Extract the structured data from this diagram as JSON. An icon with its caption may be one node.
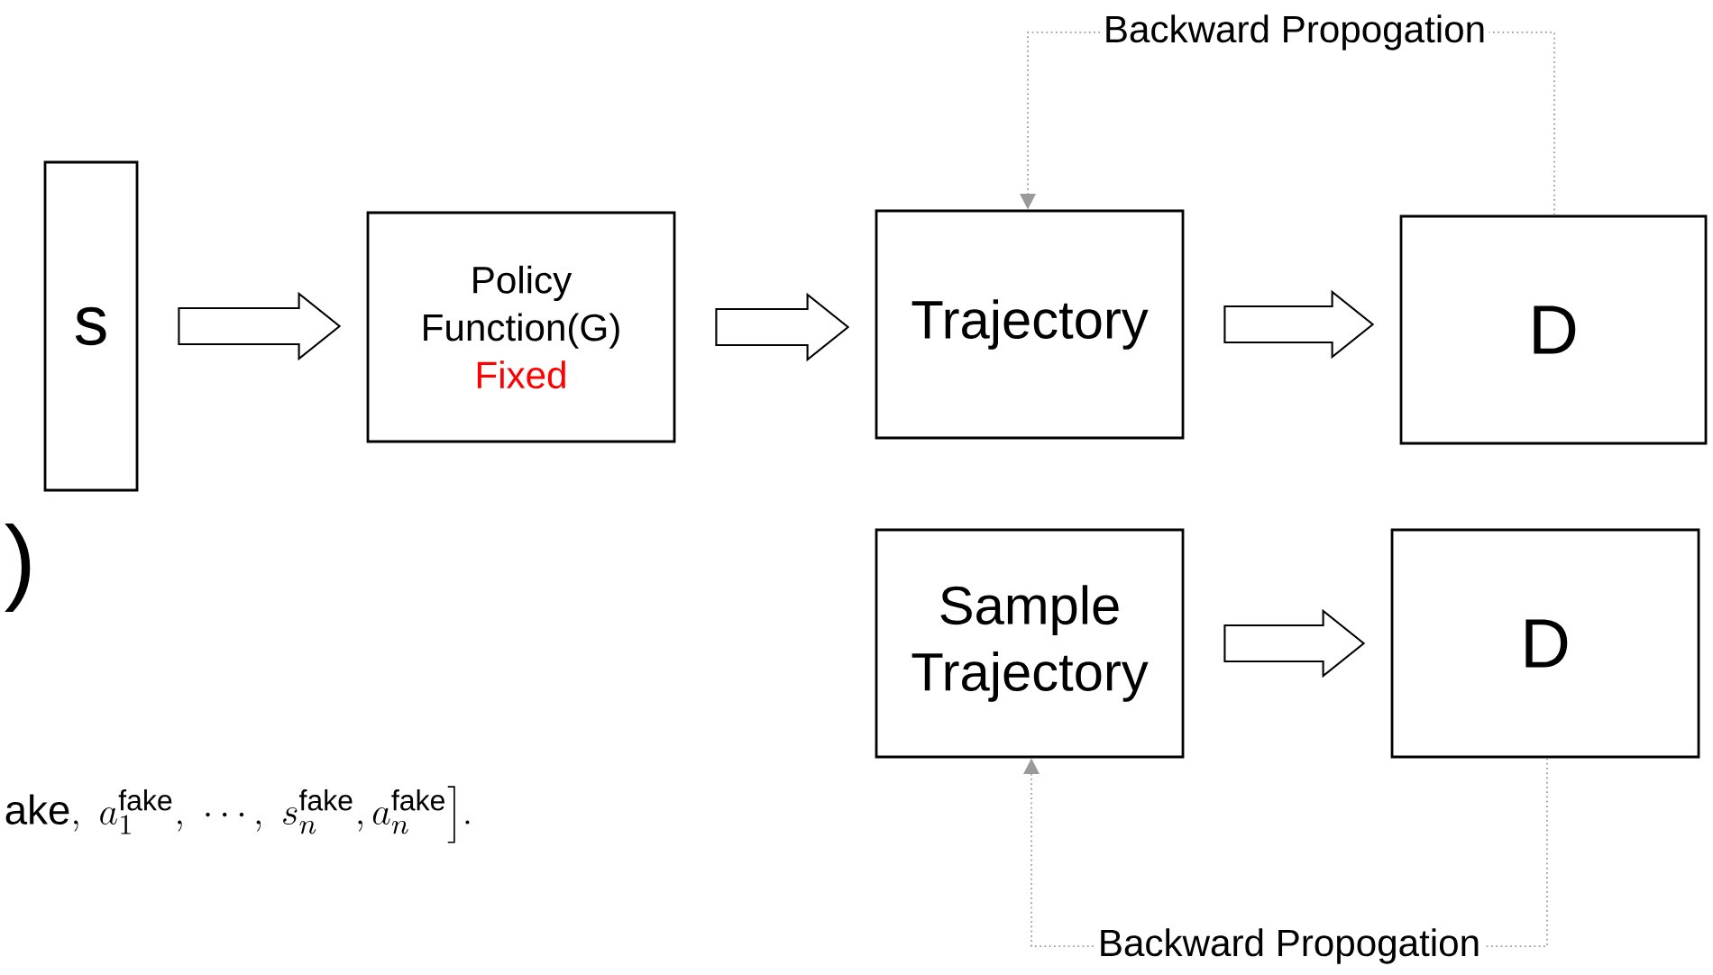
{
  "diagram": {
    "nodes": [
      {
        "text": [
          "s"
        ]
      },
      {
        "text": [
          "Policy Function(G)",
          "Fixed"
        ]
      },
      {
        "text": [
          "Trajectory"
        ]
      },
      {
        "text": [
          "D"
        ]
      },
      {
        "text": [
          "Sample Trajectory"
        ]
      },
      {
        "text": [
          "D"
        ]
      }
    ],
    "edges": [
      {
        "from": 0,
        "to": 1,
        "arrow": "to"
      },
      {
        "from": 1,
        "to": 2,
        "arrow": "to"
      },
      {
        "from": 2,
        "to": 3,
        "arrow": "to"
      },
      {
        "from": 3,
        "to": 2,
        "arrow": "to",
        "label": "Backward Propogation",
        "style": "dashed",
        "color": "#9a9a9a"
      },
      {
        "from": 4,
        "to": 5,
        "arrow": "to"
      },
      {
        "from": 5,
        "to": 4,
        "arrow": "to",
        "label": "Backward Propogation",
        "style": "dashed",
        "color": "#9a9a9a"
      }
    ],
    "labels": [
      ")",
      "\\mathrm{ake},\\ a_1^{\\mathrm{fake}},\\ \\cdots,\\ s_n^{\\mathrm{fake}},a_n^{\\mathrm{fake}}\\Big]."
    ]
  }
}
